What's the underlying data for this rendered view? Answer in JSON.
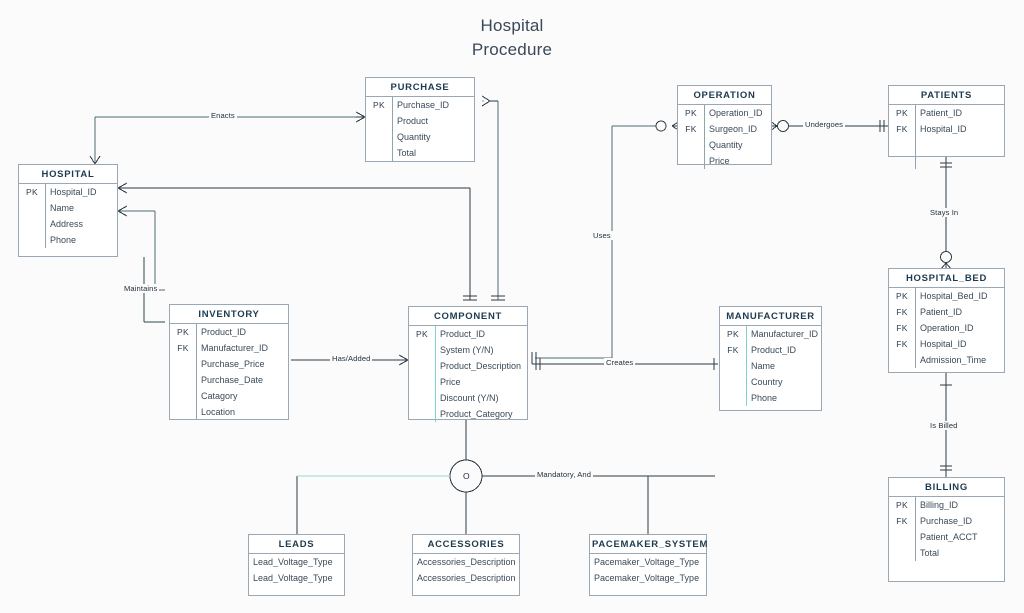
{
  "title": {
    "line1": "Hospital",
    "line2": "Procedure"
  },
  "colors": {
    "background": "#fbfbfb",
    "entity_border": "#9aa8b5",
    "entity_title_text": "#1d3b50",
    "attribute_text": "#3a4a58",
    "connector_dark": "#2b3a45",
    "connector_teal": "#5fa9a4"
  },
  "entities": [
    {
      "id": "purchase",
      "name": "PURCHASE",
      "attributes": [
        {
          "key": "PK",
          "name": "Purchase_ID"
        },
        {
          "key": "",
          "name": "Product"
        },
        {
          "key": "",
          "name": "Quantity"
        },
        {
          "key": "",
          "name": "Total"
        }
      ]
    },
    {
      "id": "operation",
      "name": "OPERATION",
      "attributes": [
        {
          "key": "PK",
          "name": "Operation_ID"
        },
        {
          "key": "FK",
          "name": "Surgeon_ID"
        },
        {
          "key": "",
          "name": "Quantity"
        },
        {
          "key": "",
          "name": "Price"
        }
      ]
    },
    {
      "id": "patients",
      "name": "PATIENTS",
      "attributes": [
        {
          "key": "PK",
          "name": "Patient_ID"
        },
        {
          "key": "FK",
          "name": "Hospital_ID"
        },
        {
          "key": "",
          "name": ""
        },
        {
          "key": "",
          "name": ""
        }
      ]
    },
    {
      "id": "hospital",
      "name": "HOSPITAL",
      "attributes": [
        {
          "key": "PK",
          "name": "Hospital_ID"
        },
        {
          "key": "",
          "name": "Name"
        },
        {
          "key": "",
          "name": "Address"
        },
        {
          "key": "",
          "name": "Phone"
        }
      ]
    },
    {
      "id": "hospital_bed",
      "name": "HOSPITAL_BED",
      "attributes": [
        {
          "key": "PK",
          "name": "Hospital_Bed_ID"
        },
        {
          "key": "FK",
          "name": "Patient_ID"
        },
        {
          "key": "FK",
          "name": "Operation_ID"
        },
        {
          "key": "FK",
          "name": "Hospital_ID"
        },
        {
          "key": "",
          "name": "Admission_Time"
        }
      ]
    },
    {
      "id": "inventory",
      "name": "INVENTORY",
      "attributes": [
        {
          "key": "PK",
          "name": "Product_ID"
        },
        {
          "key": "FK",
          "name": "Manufacturer_ID"
        },
        {
          "key": "",
          "name": "Purchase_Price"
        },
        {
          "key": "",
          "name": "Purchase_Date"
        },
        {
          "key": "",
          "name": "Catagory"
        },
        {
          "key": "",
          "name": "Location"
        }
      ]
    },
    {
      "id": "component",
      "name": "COMPONENT",
      "attributes": [
        {
          "key": "PK",
          "name": "Product_ID"
        },
        {
          "key": "",
          "name": "System (Y/N)"
        },
        {
          "key": "",
          "name": "Product_Description"
        },
        {
          "key": "",
          "name": "Price"
        },
        {
          "key": "",
          "name": "Discount (Y/N)"
        },
        {
          "key": "",
          "name": "Product_Category"
        }
      ]
    },
    {
      "id": "manufacturer",
      "name": "MANUFACTURER",
      "attributes": [
        {
          "key": "PK",
          "name": "Manufacturer_ID"
        },
        {
          "key": "FK",
          "name": "Product_ID"
        },
        {
          "key": "",
          "name": "Name"
        },
        {
          "key": "",
          "name": "Country"
        },
        {
          "key": "",
          "name": "Phone"
        }
      ]
    },
    {
      "id": "billing",
      "name": "BILLING",
      "attributes": [
        {
          "key": "PK",
          "name": "Billing_ID"
        },
        {
          "key": "FK",
          "name": "Purchase_ID"
        },
        {
          "key": "",
          "name": "Patient_ACCT"
        },
        {
          "key": "",
          "name": "Total"
        }
      ]
    },
    {
      "id": "leads",
      "name": "LEADS",
      "attributes": [
        {
          "key": "",
          "name": "Lead_Voltage_Type"
        },
        {
          "key": "",
          "name": "Lead_Voltage_Type"
        }
      ]
    },
    {
      "id": "accessories",
      "name": "ACCESSORIES",
      "attributes": [
        {
          "key": "",
          "name": "Accessories_Description"
        },
        {
          "key": "",
          "name": "Accessories_Description"
        }
      ]
    },
    {
      "id": "pacemaker_system",
      "name": "PACEMAKER_SYSTEM",
      "attributes": [
        {
          "key": "",
          "name": "Pacemaker_Voltage_Type"
        },
        {
          "key": "",
          "name": "Pacemaker_Voltage_Type"
        }
      ]
    }
  ],
  "relationships": [
    {
      "id": "enacts",
      "label": "Enacts",
      "from": "HOSPITAL",
      "to": "PURCHASE"
    },
    {
      "id": "undergoes",
      "label": "Undergoes",
      "from": "OPERATION",
      "to": "PATIENTS"
    },
    {
      "id": "stays_in",
      "label": "Stays In",
      "from": "PATIENTS",
      "to": "HOSPITAL_BED"
    },
    {
      "id": "is_billed",
      "label": "Is Billed",
      "from": "HOSPITAL_BED",
      "to": "BILLING"
    },
    {
      "id": "maintains",
      "label": "Maintains",
      "from": "HOSPITAL",
      "to": "INVENTORY"
    },
    {
      "id": "has_added",
      "label": "Has/Added",
      "from": "INVENTORY",
      "to": "COMPONENT"
    },
    {
      "id": "creates",
      "label": "Creates",
      "from": "COMPONENT",
      "to": "MANUFACTURER"
    },
    {
      "id": "uses",
      "label": "Uses",
      "from": "COMPONENT",
      "to": "OPERATION"
    },
    {
      "id": "mandatory_and",
      "label": "Mandatory, And",
      "from": "COMPONENT",
      "to": "LEADS / ACCESSORIES / PACEMAKER_SYSTEM"
    }
  ],
  "gate": {
    "letter": "O",
    "label": "Mandatory, And"
  }
}
